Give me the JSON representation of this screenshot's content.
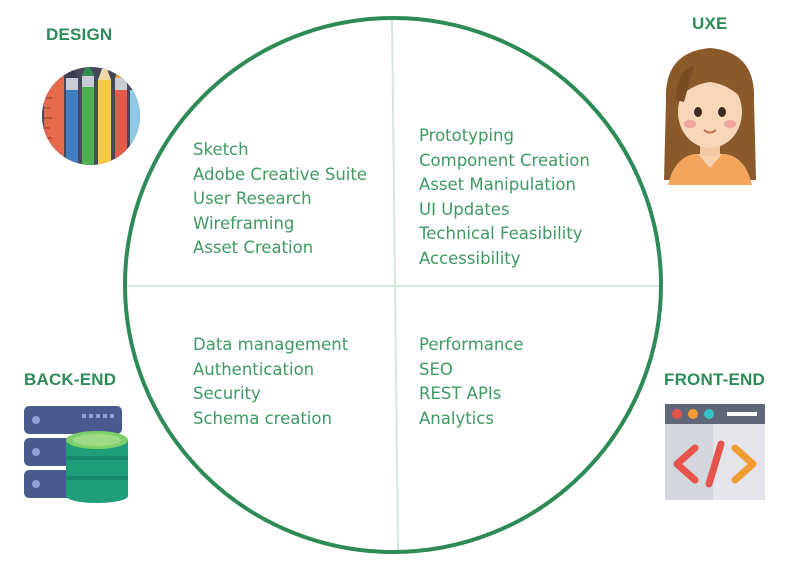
{
  "quadrants": {
    "design": {
      "title": "DESIGN",
      "icon": "art-tools-icon",
      "skills": [
        "Sketch",
        "Adobe Creative Suite",
        "User Research",
        "Wireframing",
        "Asset Creation"
      ]
    },
    "uxe": {
      "title": "UXE",
      "icon": "person-avatar-icon",
      "skills": [
        "Prototyping",
        "Component Creation",
        "Asset Manipulation",
        "UI Updates",
        "Technical Feasibility",
        "Accessibility"
      ]
    },
    "backend": {
      "title": "BACK-END",
      "icon": "server-database-icon",
      "skills": [
        "Data management",
        "Authentication",
        "Security",
        "Schema creation"
      ]
    },
    "frontend": {
      "title": "FRONT-END",
      "icon": "code-browser-icon",
      "skills": [
        "Performance",
        "SEO",
        "REST APIs",
        "Analytics"
      ]
    }
  },
  "colors": {
    "accent": "#2e8b57",
    "text": "#3f9a62",
    "ring": "#2e8b57",
    "divider": "#cfe2d6"
  }
}
